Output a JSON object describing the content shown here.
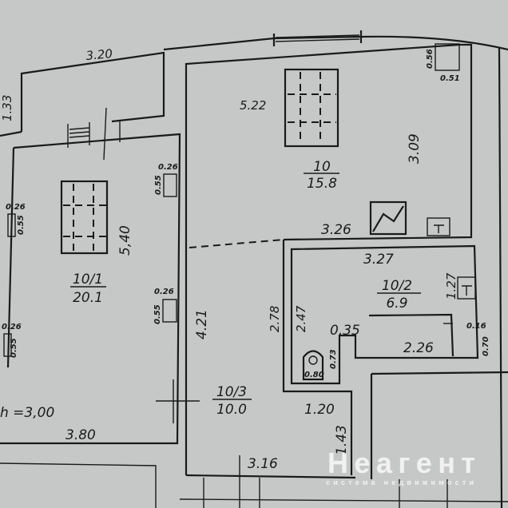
{
  "plan": {
    "rooms": [
      {
        "id": "10",
        "area": "15.8"
      },
      {
        "id": "10/1",
        "area": "20.1"
      },
      {
        "id": "10/2",
        "area": "6.9"
      },
      {
        "id": "10/3",
        "area": "10.0"
      }
    ],
    "dimensions": {
      "d320": "3.20",
      "d133": "1.33",
      "d522": "5.22",
      "d056": "0.56",
      "d051": "0.51",
      "d309": "3.09",
      "d326": "3.26",
      "d327": "3.27",
      "d127": "1.27",
      "d540": "5,40",
      "d421": "4.21",
      "d278": "2.78",
      "d247": "2.47",
      "d035": "0.35",
      "d226": "2.26",
      "d016": "0.16",
      "d070": "0.70",
      "d073": "0.73",
      "d080": "0.80",
      "d120": "1.20",
      "d143": "1.43",
      "d380": "3.80",
      "d316": "3.16",
      "d026": "0.26",
      "d055": "0.55"
    },
    "ceiling_height": "h =3,00",
    "watermark": {
      "brand": "Неагент",
      "tagline": "система недвижимости"
    }
  }
}
